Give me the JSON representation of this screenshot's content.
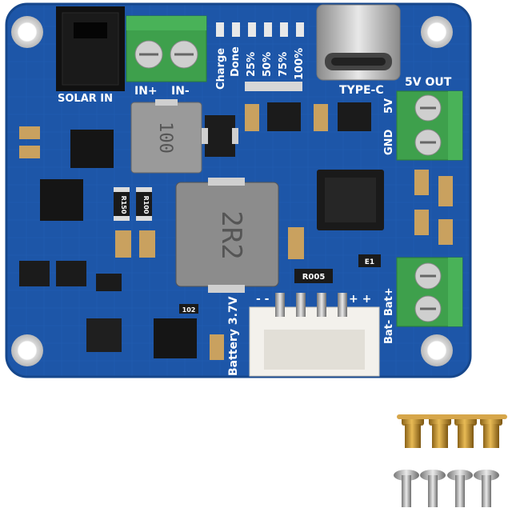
{
  "board": {
    "labels": {
      "solar_in": "SOLAR IN",
      "in_plus": "IN+",
      "in_minus": "IN-",
      "charge": "Charge",
      "done": "Done",
      "p25": "25%",
      "p50": "50%",
      "p75": "75%",
      "p100": "100%",
      "type_c": "TYPE-C",
      "out_5v": "5V OUT",
      "v5": "5V",
      "gnd": "GND",
      "bat_pins": "Bat- Bat+",
      "battery": "Battery 3.7V",
      "minus_marks": "- -",
      "plus_marks": "+ +"
    },
    "markings": {
      "inductor_small": "100",
      "inductor_big": "2R2",
      "res_r150": "R150",
      "res_r100": "R100",
      "res_r005": "R005",
      "cap_e1": "E1",
      "res_102": "102"
    }
  },
  "hardware": {
    "standoffs": 4,
    "screws": 4
  },
  "colors": {
    "pcb": "#1d56a8",
    "terminal": "#3ea04c",
    "brass": "#c9962e"
  }
}
